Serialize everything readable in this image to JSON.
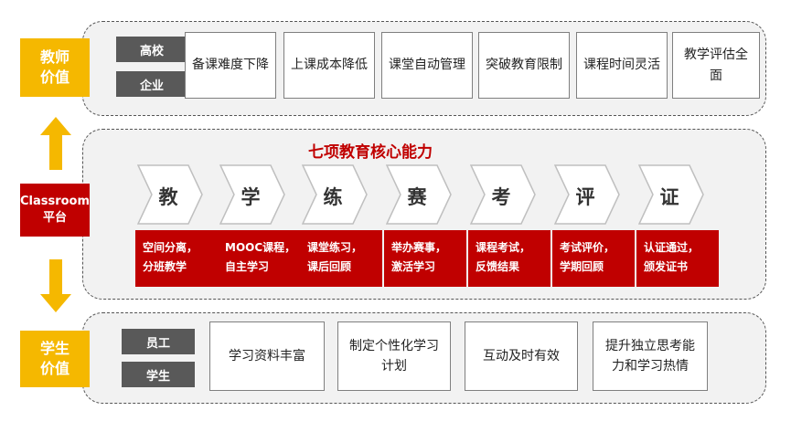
{
  "teacher": {
    "label": "教师\n价值",
    "tags": [
      "高校",
      "企业"
    ],
    "items": [
      "备课难度下降",
      "上课成本降低",
      "课堂自动管理",
      "突破教育限制",
      "课程时间灵活",
      "教学评估全面"
    ]
  },
  "platform": {
    "label": "Classroom\n平台",
    "title": "七项教育核心能力",
    "steps": [
      {
        "char": "教",
        "desc": "空间分离，\n分班教学"
      },
      {
        "char": "学",
        "desc": "MOOC课程，\n自主学习"
      },
      {
        "char": "练",
        "desc": "课堂练习，\n课后回顾"
      },
      {
        "char": "赛",
        "desc": "举办赛事，\n激活学习"
      },
      {
        "char": "考",
        "desc": "课程考试，\n反馈结果"
      },
      {
        "char": "评",
        "desc": "考试评价，\n学期回顾"
      },
      {
        "char": "证",
        "desc": "认证通过，\n颁发证书"
      }
    ]
  },
  "student": {
    "label": "学生\n价值",
    "tags": [
      "员工",
      "学生"
    ],
    "items": [
      "学习资料丰富",
      "制定个性化学习\n计划",
      "互动及时有效",
      "提升独立思考能\n力和学习热情"
    ]
  },
  "colors": {
    "accent_red": "#c00000",
    "accent_yellow": "#f5b800",
    "tag_gray": "#595959"
  }
}
